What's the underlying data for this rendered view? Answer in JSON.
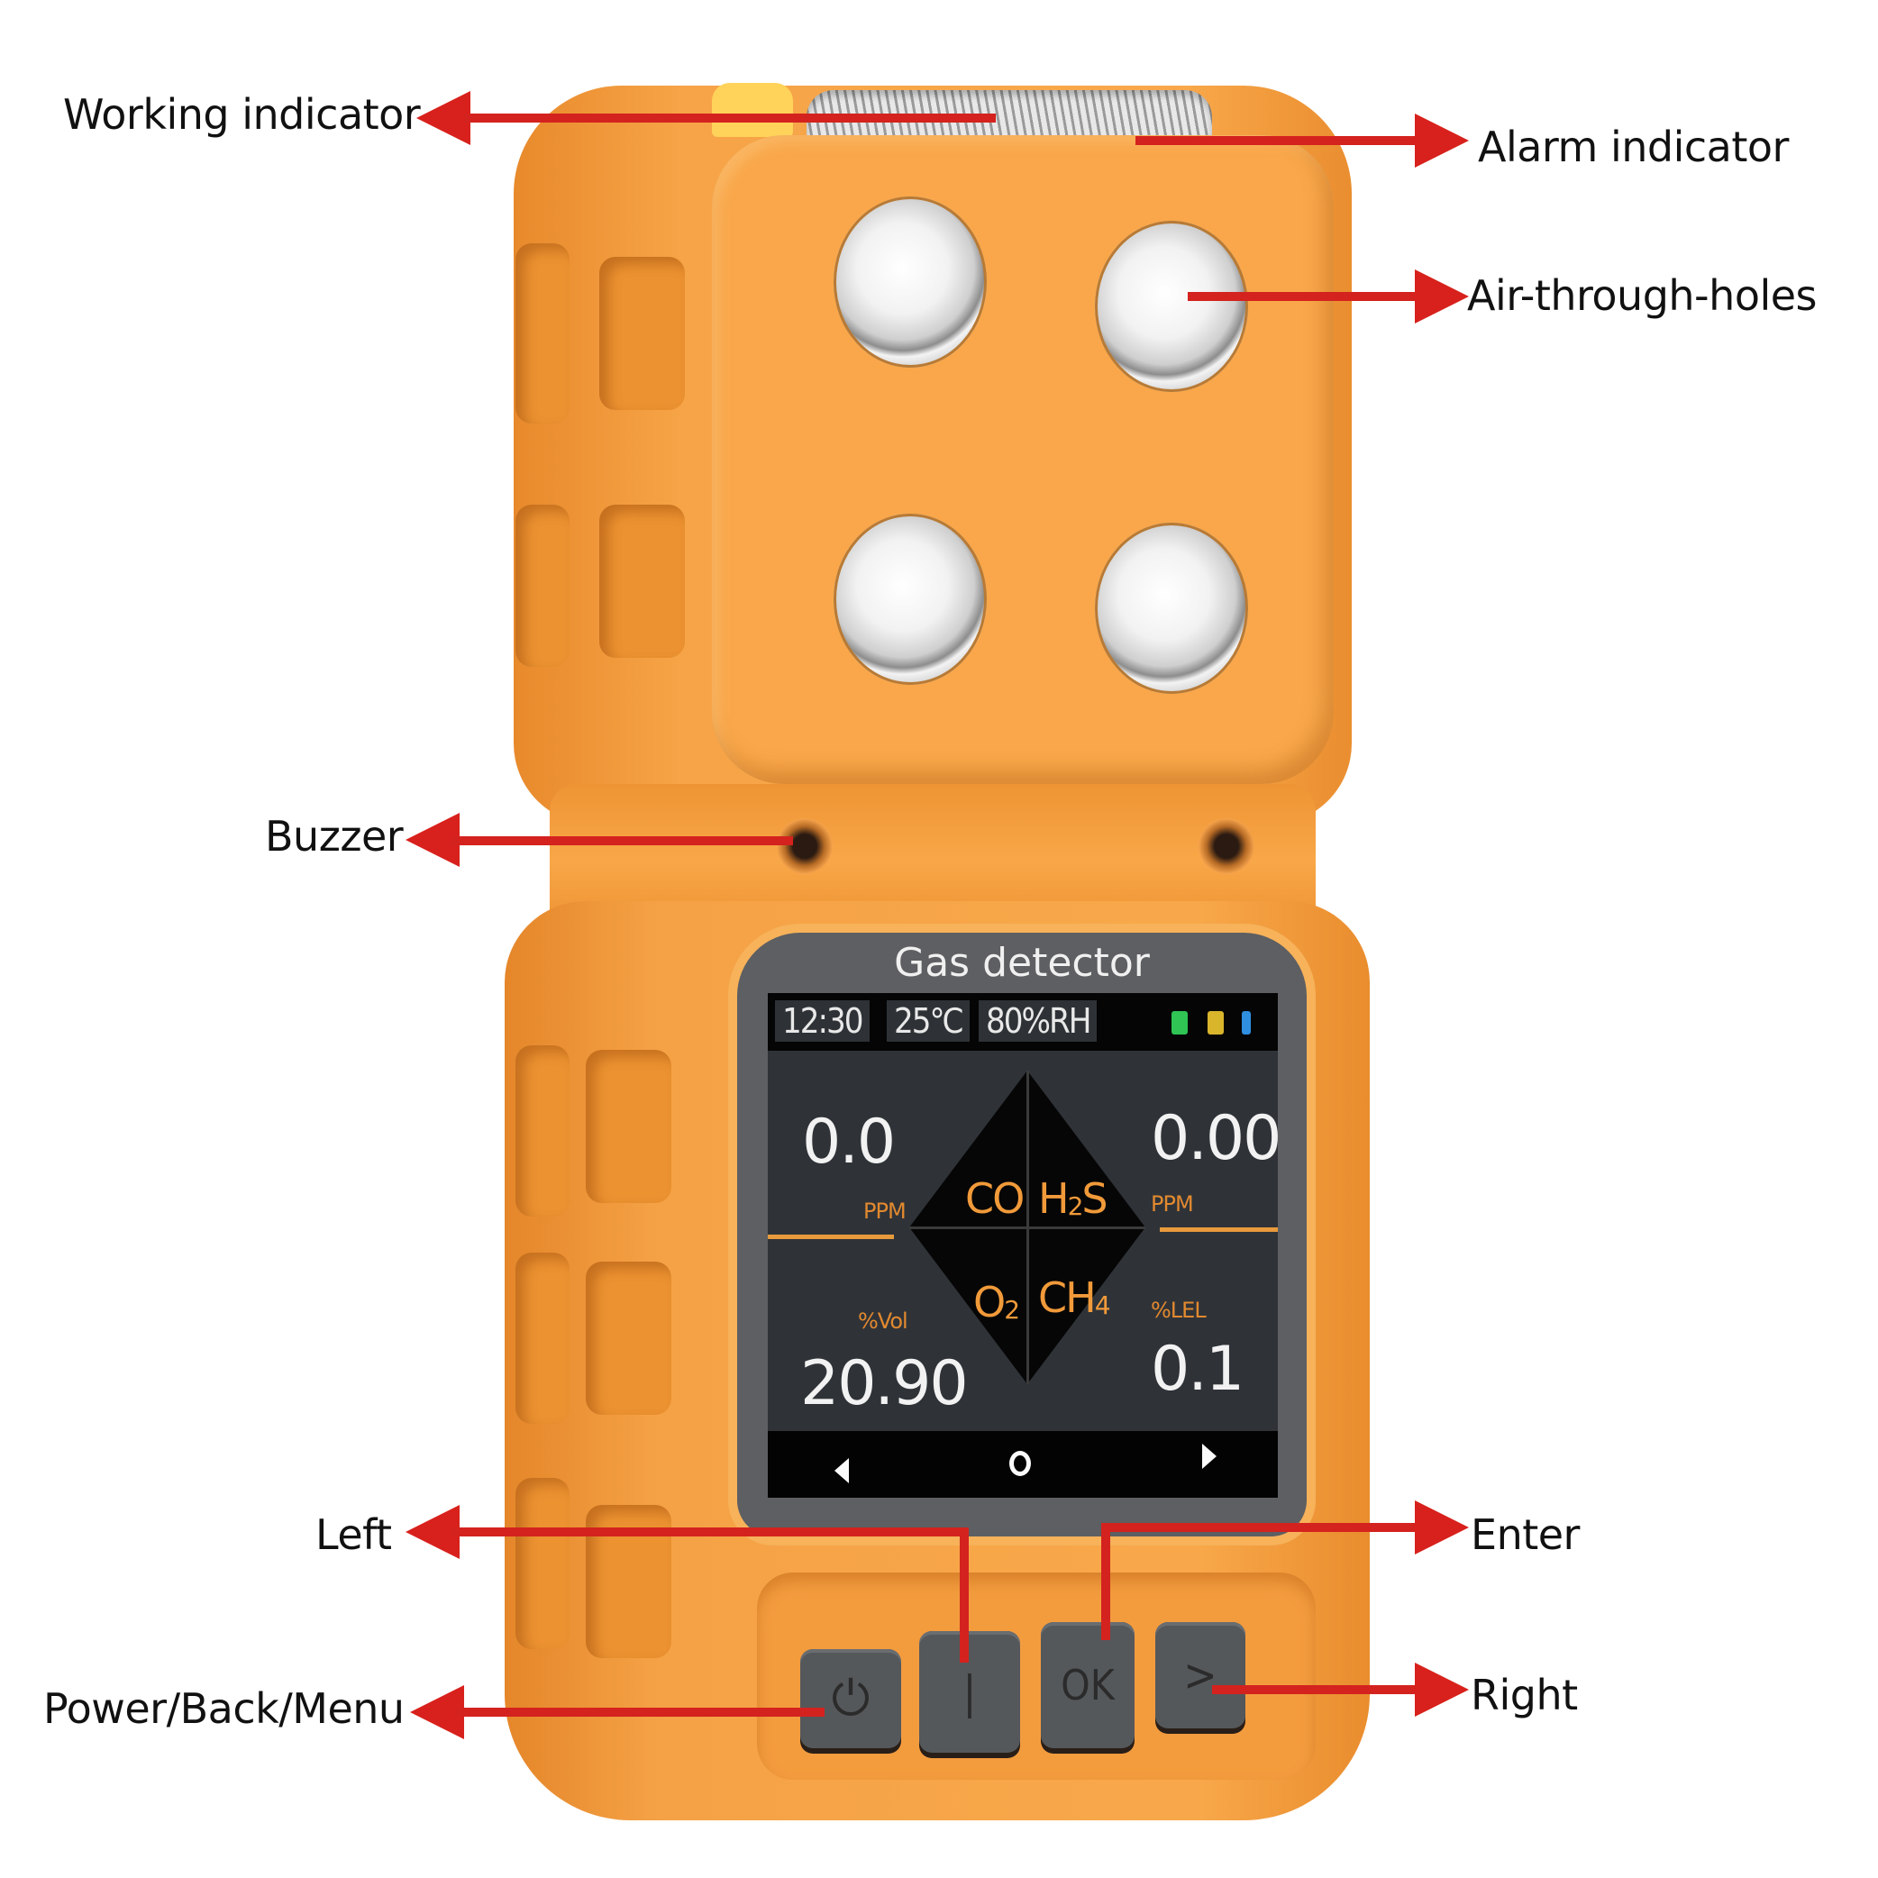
{
  "diagram": {
    "subject": "Portable 4-gas detector",
    "colors": {
      "housing": "#f8a84a",
      "arrow": "#d4221e",
      "screen_bg": "#2f3338",
      "accent_text": "#f19a3a",
      "value_text": "#f2f2f2"
    }
  },
  "callouts": {
    "working_indicator": "Working indicator",
    "alarm_indicator": "Alarm indicator",
    "air_holes": "Air-through-holes",
    "buzzer": "Buzzer",
    "left": "Left",
    "power_back_menu": "Power/Back/Menu",
    "enter": "Enter",
    "right": "Right"
  },
  "screen": {
    "title": "Gas detector",
    "status": {
      "time": "12:30",
      "temperature": "25℃",
      "humidity": "80%RH",
      "icons": [
        "battery-icon",
        "sd-card-icon",
        "bluetooth-icon"
      ],
      "icon_colors": [
        "#2fc454",
        "#d9b52c",
        "#2f8fe0"
      ]
    },
    "gases": {
      "co": {
        "name": "CO",
        "value": "0.0",
        "unit": "PPM"
      },
      "h2s": {
        "name": "H",
        "sub": "2",
        "tail": "S",
        "value": "0.00",
        "unit": "PPM"
      },
      "o2": {
        "name": "O",
        "sub": "2",
        "value": "20.90",
        "unit": "%Vol"
      },
      "ch4": {
        "name": "CH",
        "sub": "4",
        "value": "0.1",
        "unit": "%LEL"
      }
    },
    "nav": {
      "left": "left-arrow-icon",
      "center": "center-dot-icon",
      "right": "right-arrow-icon"
    }
  },
  "keys": {
    "power": "⏻",
    "left": "|",
    "ok": "OK",
    "right": ">"
  }
}
